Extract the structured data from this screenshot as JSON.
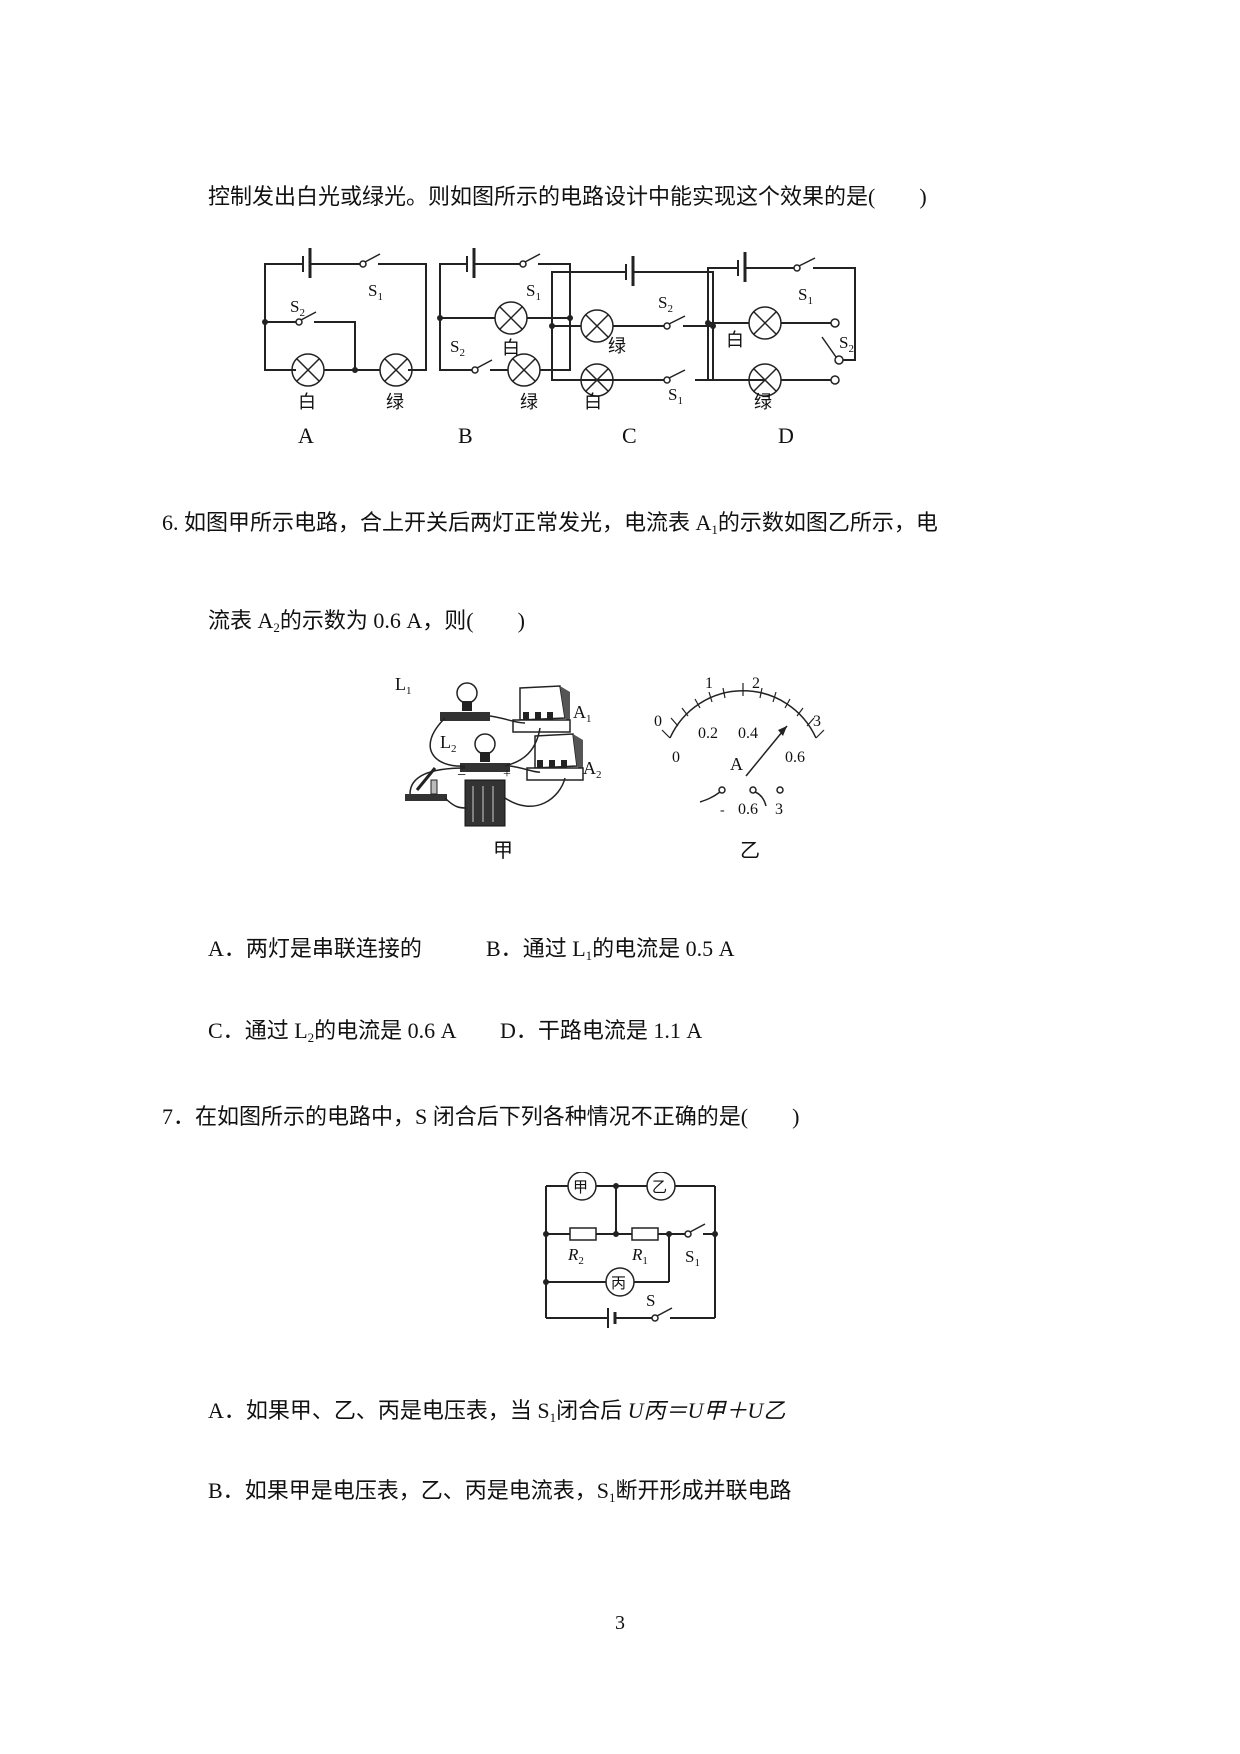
{
  "q5": {
    "continuation": "控制发出白光或绿光。则如图所示的电路设计中能实现这个效果的是(　　)",
    "figure": {
      "options": [
        "A",
        "B",
        "C",
        "D"
      ],
      "labels": {
        "white": "白",
        "green": "绿",
        "s1": "S",
        "s1_sub": "1",
        "s2": "S",
        "s2_sub": "2"
      }
    }
  },
  "q6": {
    "stem_line1_pre": "6. 如图甲所示电路，合上开关后两灯正常发光，电流表 A",
    "stem_line1_sub": "1",
    "stem_line1_post": "的示数如图乙所示，电",
    "stem_line2_pre": "流表 A",
    "stem_line2_sub": "2",
    "stem_line2_post": "的示数为 0.6 A，则(　　)",
    "figure": {
      "left_caption": "甲",
      "right_caption": "乙",
      "L1": "L",
      "L1_sub": "1",
      "L2": "L",
      "L2_sub": "2",
      "A1": "A",
      "A1_sub": "1",
      "A2": "A",
      "A2_sub": "2",
      "meter": {
        "top_scale": [
          "0",
          "1",
          "2",
          "3"
        ],
        "bottom_scale": [
          "0",
          "0.2",
          "0.4",
          "0.6"
        ],
        "unit": "A",
        "terminals": [
          "-",
          "0.6",
          "3"
        ],
        "needle_reading_0_6_range": "0.5"
      }
    },
    "options": {
      "A": {
        "label": "A．",
        "text": "两灯是串联连接的"
      },
      "B": {
        "label": "B．",
        "pre": "通过 L",
        "sub": "1",
        "post": "的电流是 0.5 A"
      },
      "C": {
        "label": "C．",
        "pre": "通过 L",
        "sub": "2",
        "post": "的电流是 0.6 A"
      },
      "D": {
        "label": "D．",
        "text": "干路电流是 1.1 A"
      }
    }
  },
  "q7": {
    "stem": "7．在如图所示的电路中，S 闭合后下列各种情况不正确的是(　　)",
    "figure": {
      "meter_jia": "甲",
      "meter_yi": "乙",
      "meter_bing": "丙",
      "R2": "R",
      "R2_sub": "2",
      "R1": "R",
      "R1_sub": "1",
      "S1": "S",
      "S1_sub": "1",
      "S": "S"
    },
    "options": {
      "A": {
        "label": "A．",
        "pre": "如果甲、乙、丙是电压表，当 S",
        "sub": "1",
        "mid": "闭合后 ",
        "formula": "U丙＝U甲＋U乙"
      },
      "B": {
        "label": "B．",
        "pre": "如果甲是电压表，乙、丙是电流表，S",
        "sub": "1",
        "post": "断开形成并联电路"
      }
    }
  },
  "page_number": "3"
}
